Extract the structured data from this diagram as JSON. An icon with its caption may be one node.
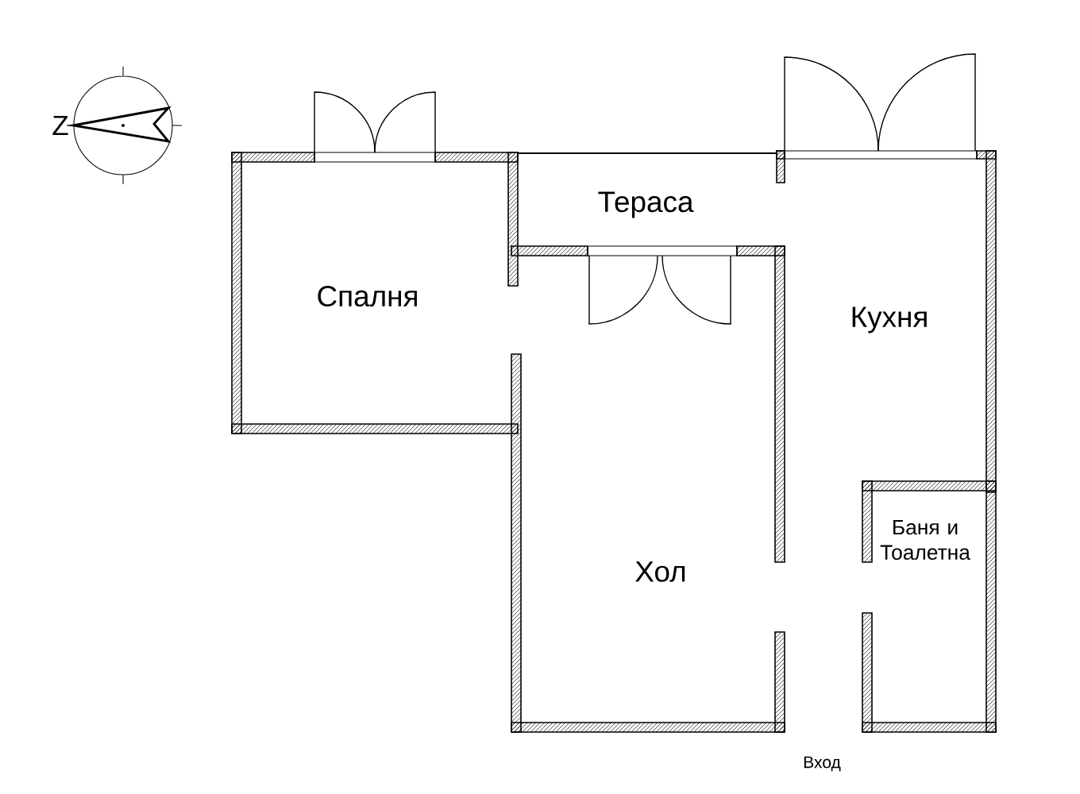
{
  "diagram": {
    "labels": [
      "Z",
      "Тераса",
      "Спалня",
      "Кухня",
      "Баня и Тоалетна",
      "Хол",
      "Вход"
    ]
  }
}
